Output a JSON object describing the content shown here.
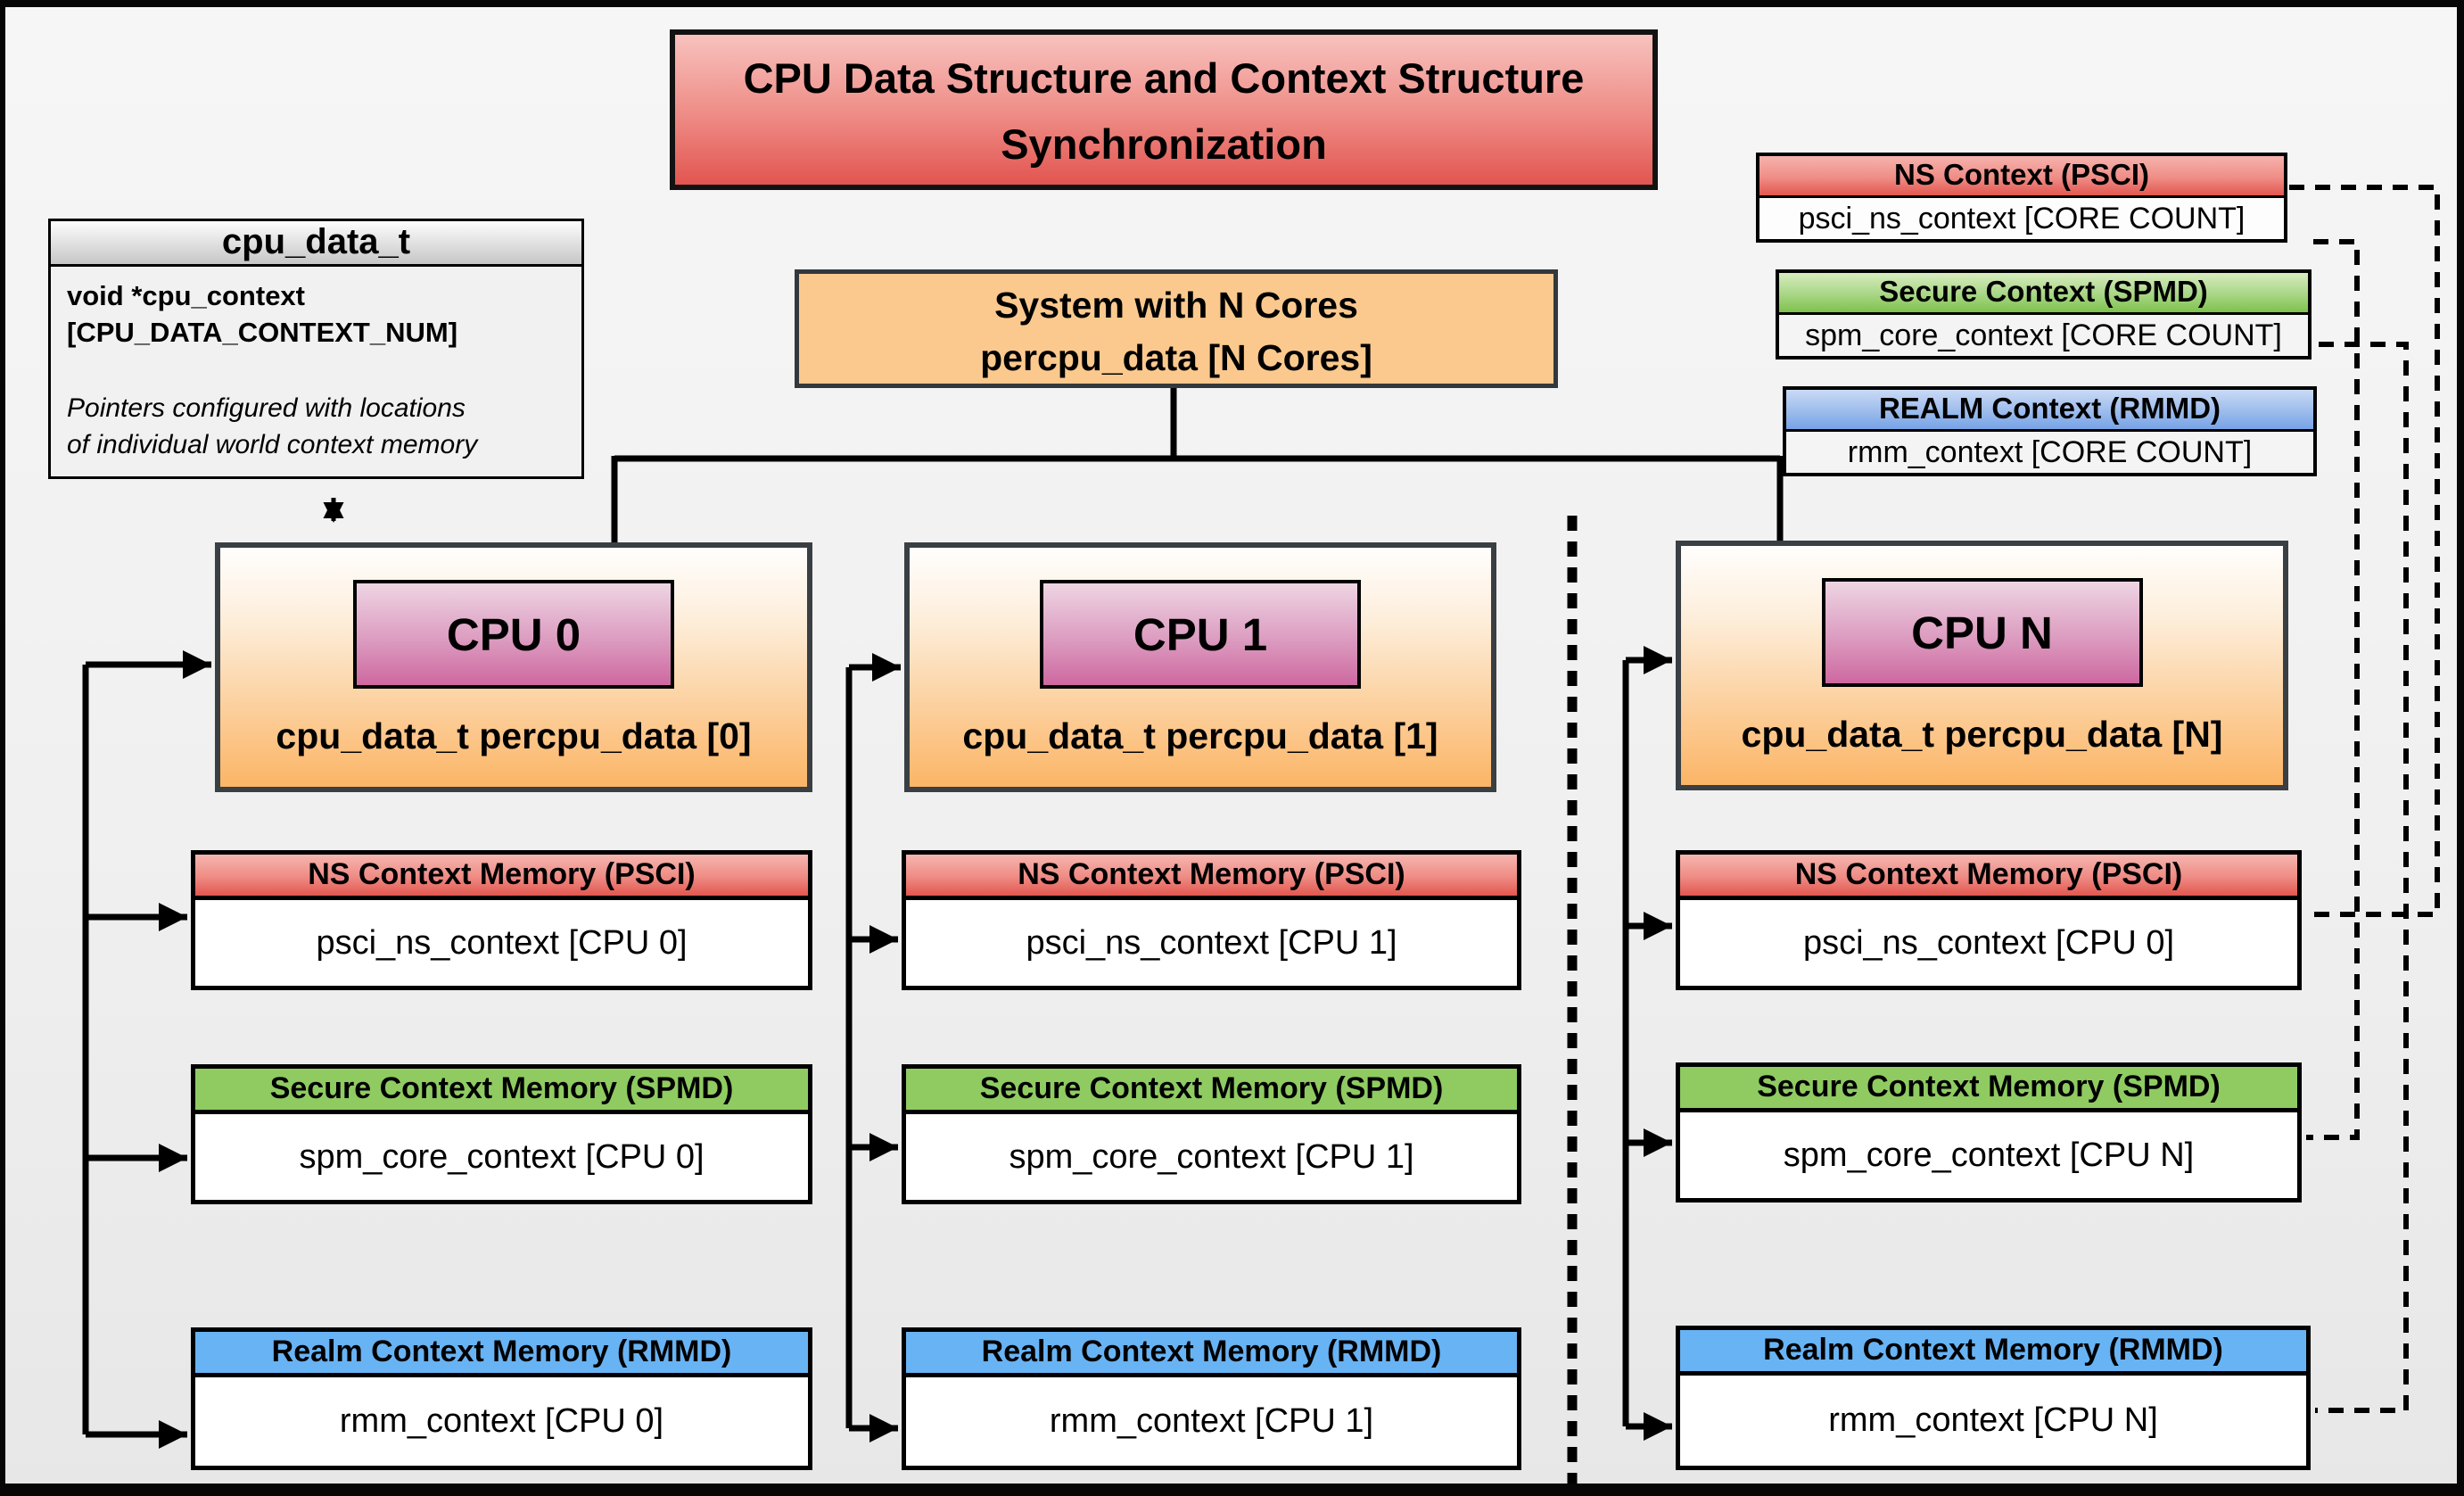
{
  "title": {
    "line1": "CPU Data Structure and Context Structure",
    "line2": "Synchronization"
  },
  "cpu_data_struct": {
    "header": "cpu_data_t",
    "field_line1": "void *cpu_context",
    "field_line2": "[CPU_DATA_CONTEXT_NUM]",
    "note_line1": "Pointers configured with locations",
    "note_line2": "of individual world context memory"
  },
  "system_box": {
    "line1": "System with N Cores",
    "line2": "percpu_data [N Cores]"
  },
  "legend": [
    {
      "header": "NS Context (PSCI)",
      "body": "psci_ns_context [CORE COUNT]"
    },
    {
      "header": "Secure Context (SPMD)",
      "body": "spm_core_context [CORE COUNT]"
    },
    {
      "header": "REALM Context (RMMD)",
      "body": "rmm_context [CORE COUNT]"
    }
  ],
  "cpus": [
    {
      "label": "CPU 0",
      "data_label": "cpu_data_t percpu_data [0]",
      "contexts": [
        {
          "header": "NS Context Memory (PSCI)",
          "body": "psci_ns_context [CPU 0]"
        },
        {
          "header": "Secure Context Memory (SPMD)",
          "body": "spm_core_context [CPU 0]"
        },
        {
          "header": "Realm Context Memory (RMMD)",
          "body": "rmm_context [CPU 0]"
        }
      ]
    },
    {
      "label": "CPU 1",
      "data_label": "cpu_data_t percpu_data [1]",
      "contexts": [
        {
          "header": "NS Context Memory (PSCI)",
          "body": "psci_ns_context [CPU 1]"
        },
        {
          "header": "Secure Context Memory (SPMD)",
          "body": "spm_core_context [CPU 1]"
        },
        {
          "header": "Realm Context Memory (RMMD)",
          "body": "rmm_context [CPU 1]"
        }
      ]
    },
    {
      "label": "CPU N",
      "data_label": "cpu_data_t percpu_data [N]",
      "contexts": [
        {
          "header": "NS Context Memory (PSCI)",
          "body": "psci_ns_context [CPU 0]"
        },
        {
          "header": "Secure Context Memory (SPMD)",
          "body": "spm_core_context [CPU N]"
        },
        {
          "header": "Realm Context Memory (RMMD)",
          "body": "rmm_context [CPU N]"
        }
      ]
    }
  ],
  "colors": {
    "ns_accent": "#e2574f",
    "secure_accent": "#8fcb61",
    "realm_accent": "#68b3f4",
    "cpu_label_accent": "#ce68a0",
    "orange_accent": "#fbc98e"
  }
}
